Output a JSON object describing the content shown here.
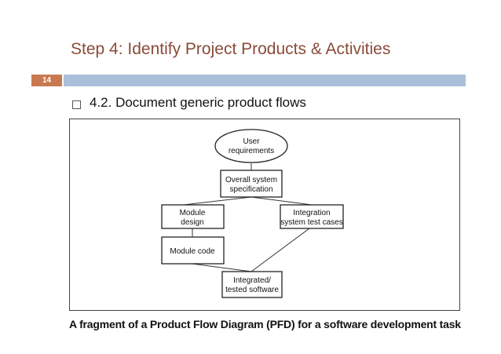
{
  "slide": {
    "title": "Step 4: Identify Project Products & Activities",
    "slide_number": "14",
    "bullet": "4.2. Document generic product flows"
  },
  "diagram": {
    "nodes": {
      "user_requirements": [
        "User",
        "requirements"
      ],
      "overall_spec": [
        "Overall system",
        "specification"
      ],
      "module_design": [
        "Module",
        "design"
      ],
      "integration_tests": [
        "Integration",
        "system test cases"
      ],
      "module_code": [
        "Module code"
      ],
      "integrated_software": [
        "Integrated/",
        "tested software"
      ]
    }
  },
  "caption": "A fragment of a Product Flow Diagram (PFD) for a software development task",
  "colors": {
    "title": "#8a4b3a",
    "slide_number_bg": "#c8794f",
    "bar": "#a9c0d9"
  }
}
